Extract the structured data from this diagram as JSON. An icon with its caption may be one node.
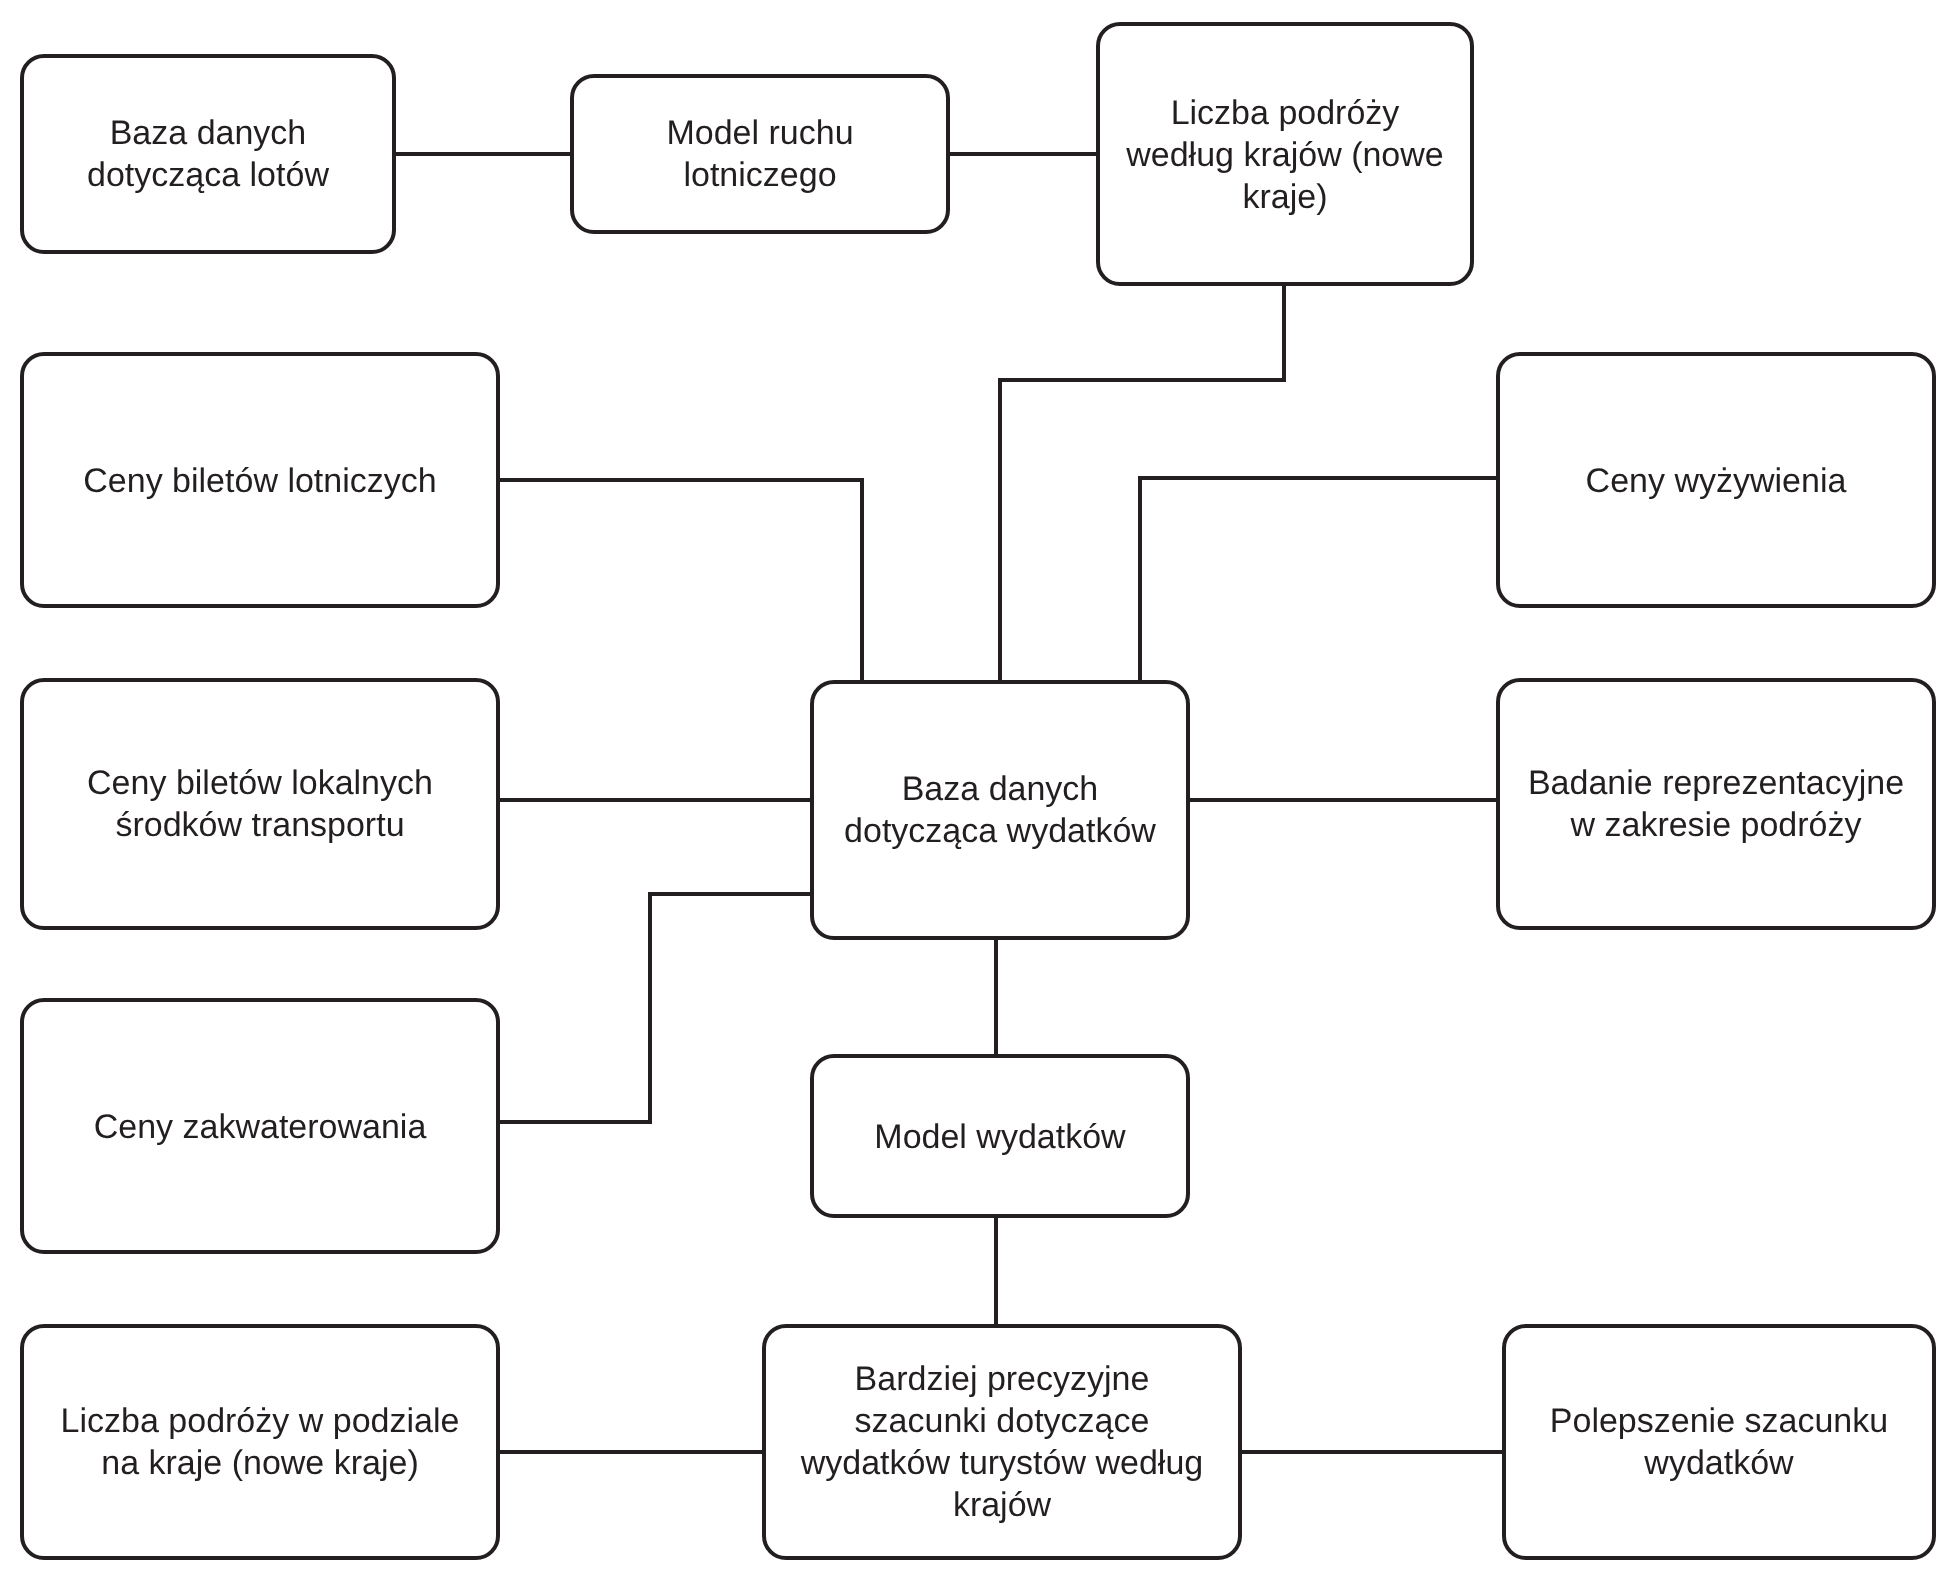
{
  "diagram": {
    "nodes": [
      {
        "text": [
          "Baza danych dotycząca lotów"
        ]
      },
      {
        "text": [
          "Model ruchu lotniczego"
        ]
      },
      {
        "text": [
          "Liczba podróży według krajów (nowe kraje)"
        ]
      },
      {
        "text": [
          "Ceny biletów lotniczych"
        ]
      },
      {
        "text": [
          "Ceny wyżywienia"
        ]
      },
      {
        "text": [
          "Ceny biletów lokalnych środków transportu"
        ]
      },
      {
        "text": [
          "Baza danych dotycząca wydatków"
        ]
      },
      {
        "text": [
          "Badanie reprezentacyjne w zakresie podróży"
        ]
      },
      {
        "text": [
          "Ceny zakwaterowania"
        ]
      },
      {
        "text": [
          "Model wydatków"
        ]
      },
      {
        "text": [
          "Liczba podróży w podziale na kraje (nowe kraje)"
        ]
      },
      {
        "text": [
          "Bardziej precyzyjne szacunki dotyczące wydatków turystów według krajów"
        ]
      },
      {
        "text": [
          "Polepszenie szacunku wydatków"
        ]
      }
    ],
    "edges": [
      {
        "from": 0,
        "to": 1,
        "arrow": "none"
      },
      {
        "from": 1,
        "to": 2,
        "arrow": "none"
      },
      {
        "from": 2,
        "to": 6,
        "arrow": "none"
      },
      {
        "from": 3,
        "to": 6,
        "arrow": "none"
      },
      {
        "from": 4,
        "to": 6,
        "arrow": "none"
      },
      {
        "from": 5,
        "to": 6,
        "arrow": "none"
      },
      {
        "from": 6,
        "to": 7,
        "arrow": "none"
      },
      {
        "from": 8,
        "to": 6,
        "arrow": "none"
      },
      {
        "from": 6,
        "to": 9,
        "arrow": "none"
      },
      {
        "from": 9,
        "to": 11,
        "arrow": "none"
      },
      {
        "from": 10,
        "to": 11,
        "arrow": "none"
      },
      {
        "from": 11,
        "to": 12,
        "arrow": "none"
      }
    ]
  }
}
